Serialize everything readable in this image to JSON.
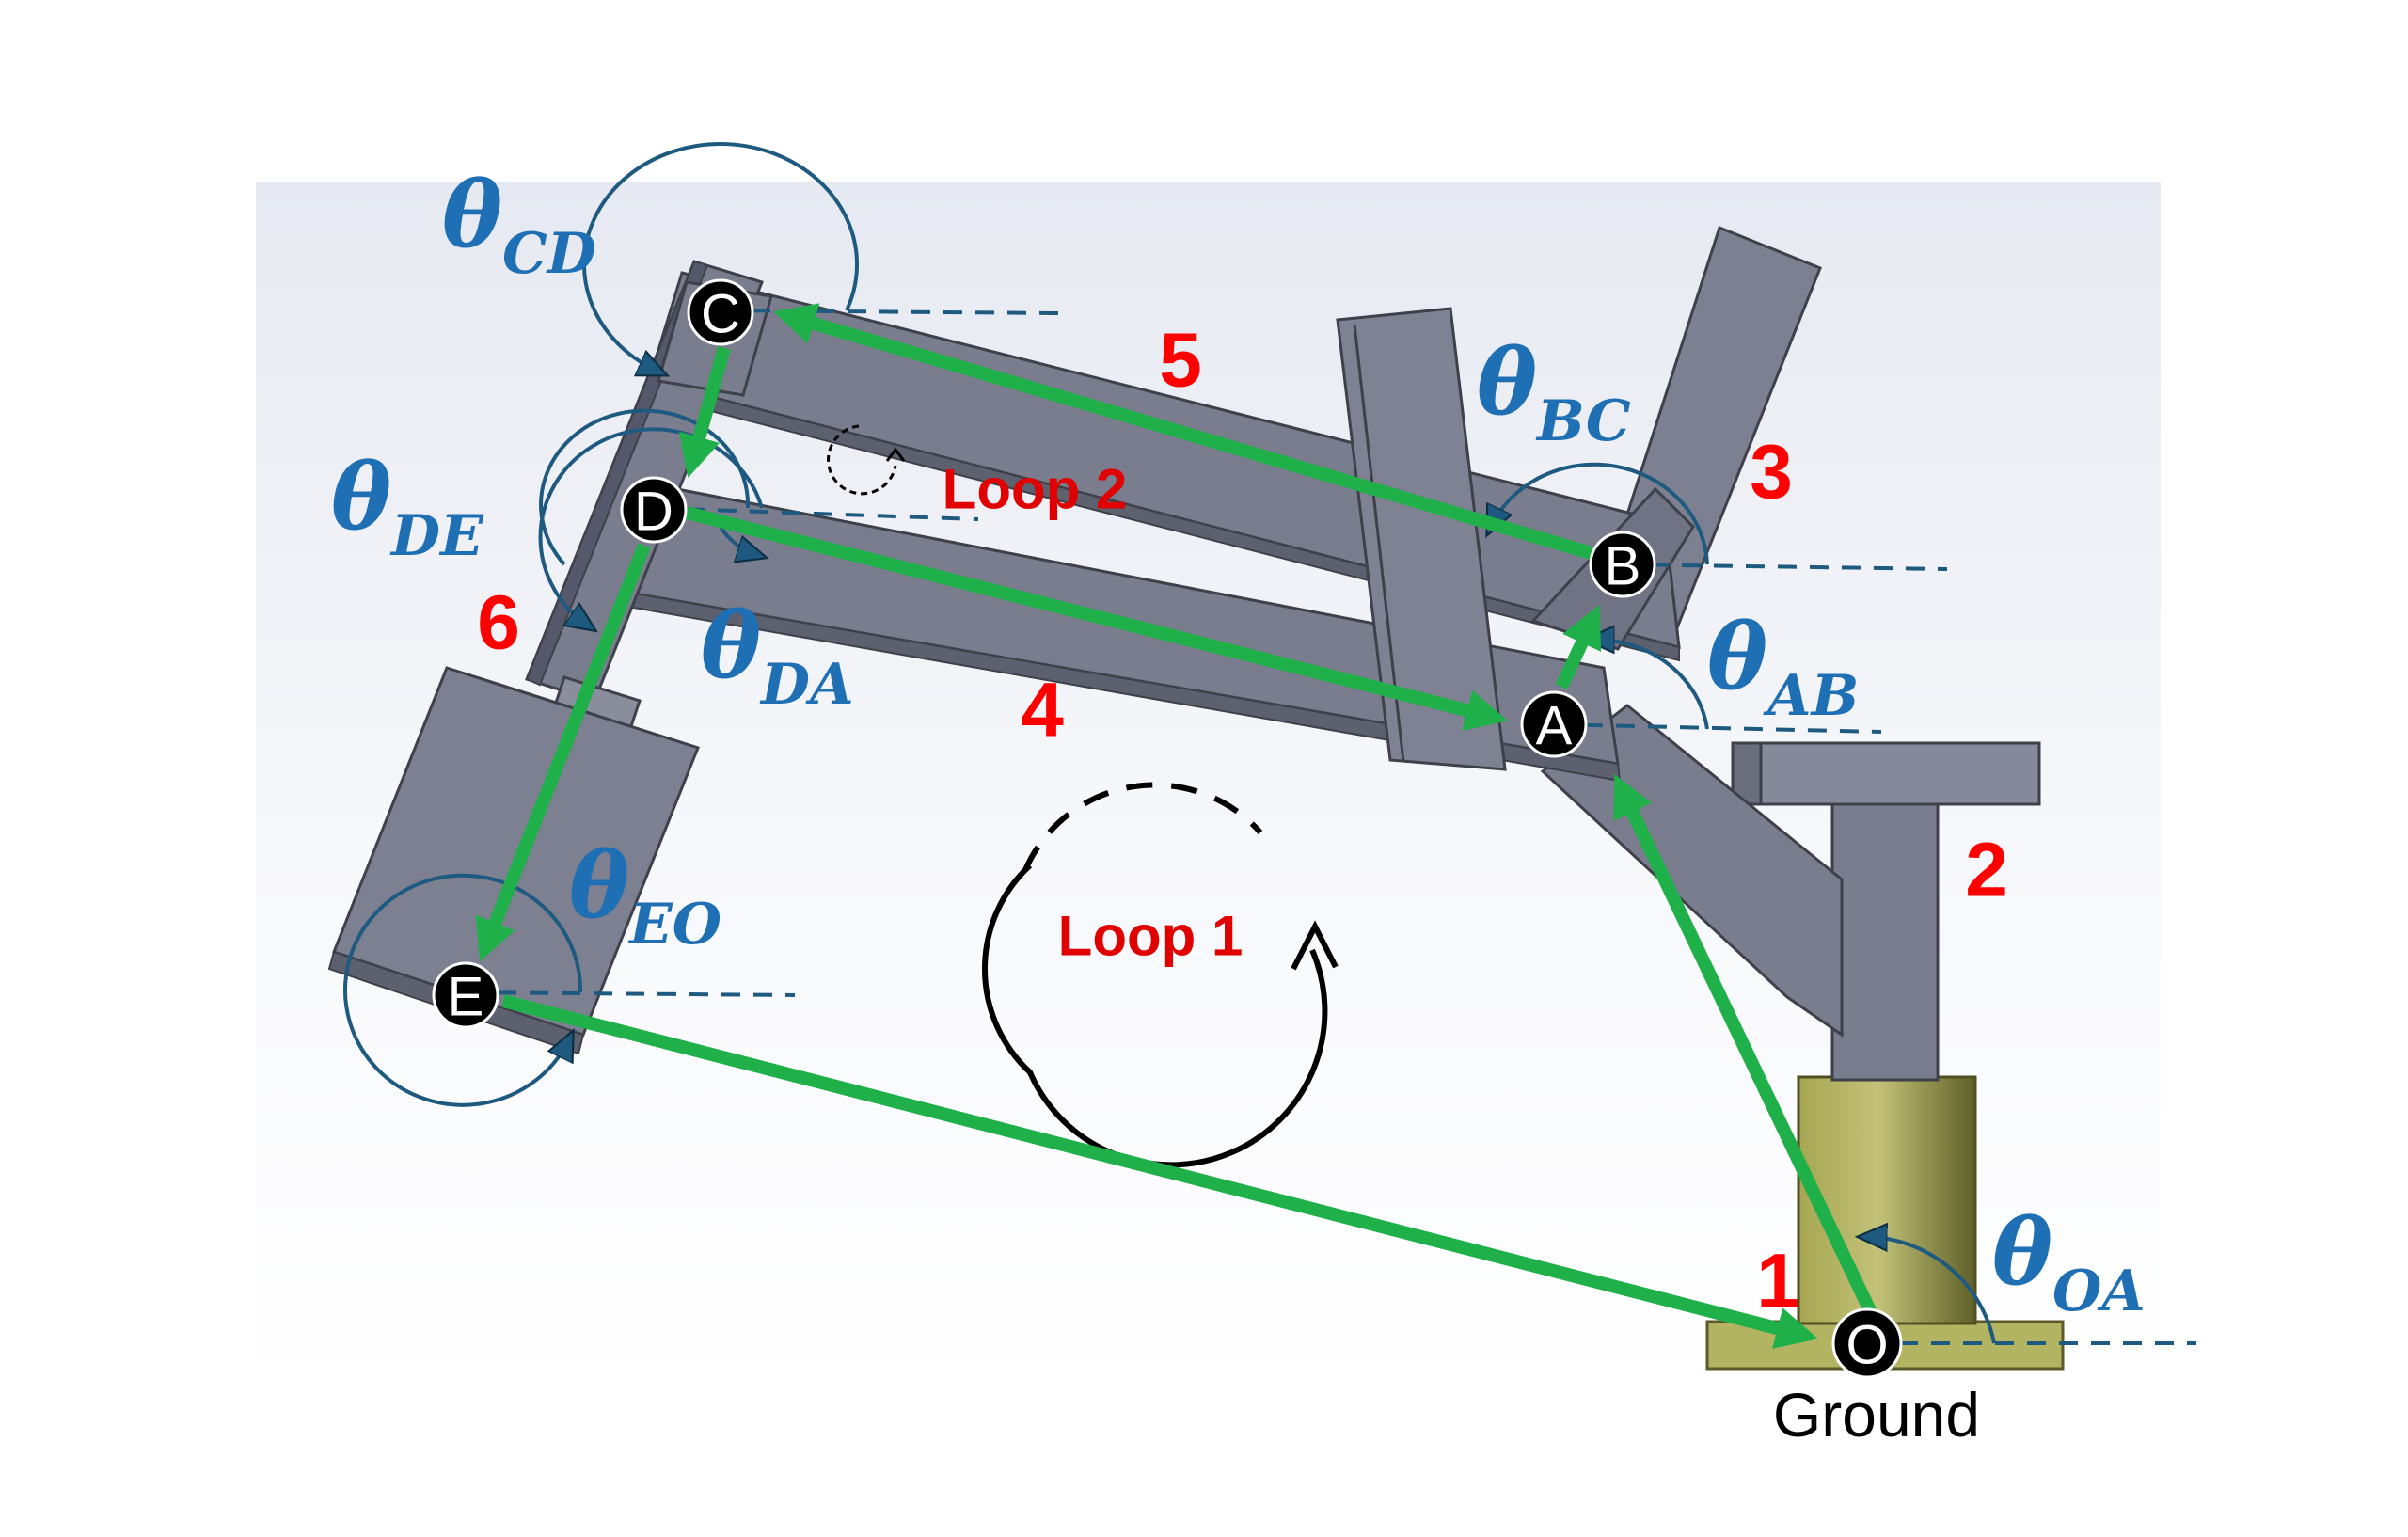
{
  "colors": {
    "structure": "#7a7d8e",
    "structure_dark": "#5d606e",
    "structure_edge": "#3e404a",
    "base": "#b3b462",
    "base_dark": "#6e6f33",
    "vector": "#1fb04a",
    "angle": "#1e5a80",
    "theta_text": "#1f6fb5",
    "link_number": "#ff0000",
    "joint_fill": "#000000"
  },
  "joints": {
    "O": "O",
    "A": "A",
    "B": "B",
    "C": "C",
    "D": "D",
    "E": "E"
  },
  "links": [
    "1",
    "2",
    "3",
    "4",
    "5",
    "6"
  ],
  "loops": {
    "loop1": "Loop 1",
    "loop2": "Loop 2"
  },
  "angles": {
    "OA": {
      "symbol": "θ",
      "subscript": "OA"
    },
    "AB": {
      "symbol": "θ",
      "subscript": "AB"
    },
    "BC": {
      "symbol": "θ",
      "subscript": "BC"
    },
    "CD": {
      "symbol": "θ",
      "subscript": "CD"
    },
    "DE": {
      "symbol": "θ",
      "subscript": "DE"
    },
    "DA": {
      "symbol": "θ",
      "subscript": "DA"
    },
    "EO": {
      "symbol": "θ",
      "subscript": "EO"
    }
  },
  "ground_label": "Ground"
}
